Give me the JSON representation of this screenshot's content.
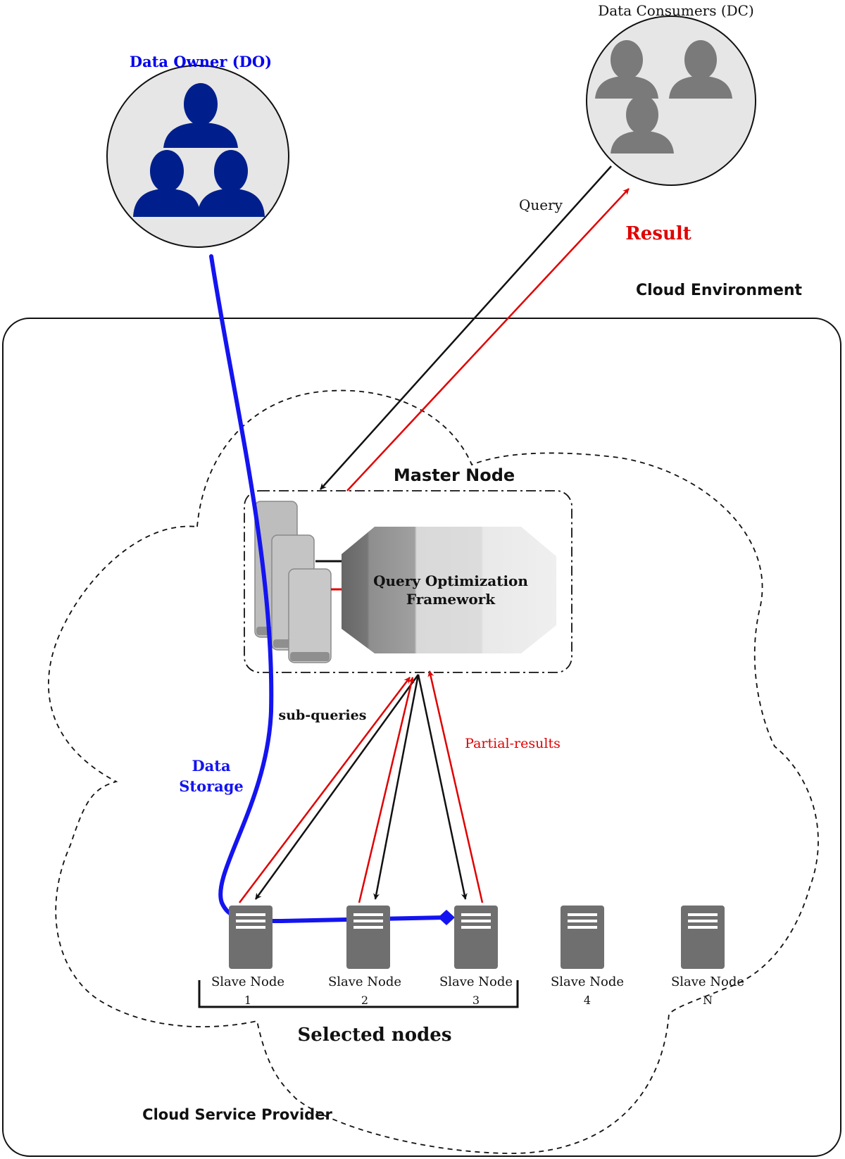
{
  "actors": {
    "data_owner": {
      "label": "Data Owner (DO)",
      "color": "#0000ee"
    },
    "data_consumers": {
      "label": "Data Consumers (DC)",
      "color": "#111111"
    }
  },
  "flows": {
    "query": "Query",
    "result": "Result",
    "sub_queries": "sub-queries",
    "partial_results": "Partial-results",
    "data_storage_line1": "Data",
    "data_storage_line2": "Storage"
  },
  "regions": {
    "cloud_environment": "Cloud Environment",
    "cloud_service_provider": "Cloud Service Provider",
    "master_node": "Master Node",
    "framework_line1": "Query Optimization",
    "framework_line2": "Framework",
    "selected_nodes": "Selected nodes"
  },
  "slave_nodes": [
    {
      "label": "Slave Node",
      "index": "1"
    },
    {
      "label": "Slave Node",
      "index": "2"
    },
    {
      "label": "Slave Node",
      "index": "3"
    },
    {
      "label": "Slave Node",
      "index": "4"
    },
    {
      "label": "Slave Node",
      "index": "N"
    }
  ],
  "colors": {
    "owner_blue": "#001f8c",
    "storage_blue": "#1414f0",
    "result_red": "#e00000",
    "consumer_gray": "#7a7a7a",
    "server_gray": "#6f6f6f"
  }
}
